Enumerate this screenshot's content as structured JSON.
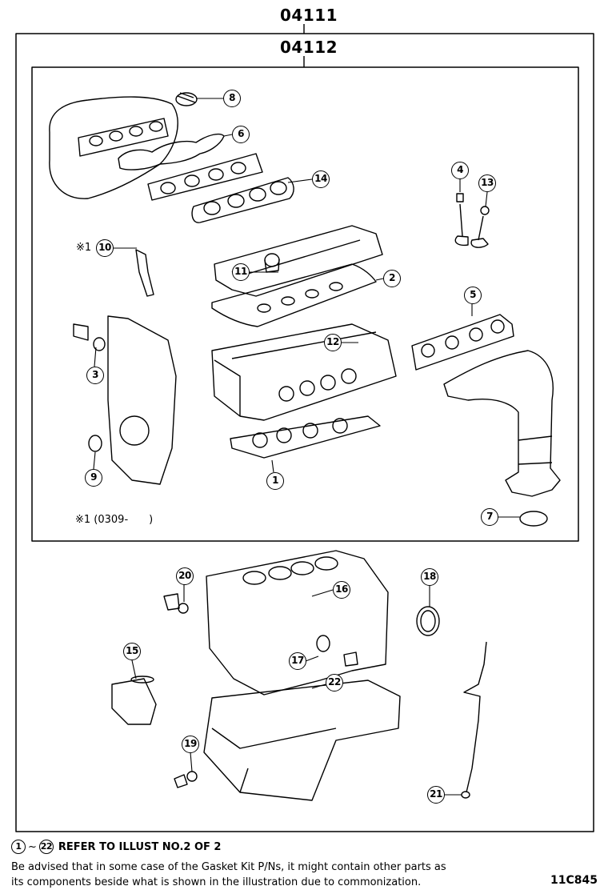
{
  "header": {
    "top_part_no": "04111",
    "inner_part_no": "04112"
  },
  "callouts": [
    "1",
    "2",
    "3",
    "4",
    "5",
    "6",
    "7",
    "8",
    "9",
    "10",
    "11",
    "12",
    "13",
    "14",
    "15",
    "16",
    "17",
    "18",
    "19",
    "20",
    "21",
    "22"
  ],
  "notes": {
    "mark_ref": "※1",
    "mark_range": "※1 (0309-　　)"
  },
  "footer": {
    "ref_start": "1",
    "ref_end": "22",
    "ref_text": "REFER TO ILLUST NO.2 OF 2",
    "advisory_line1": "Be advised that in some case of the Gasket Kit P/Ns,  it might contain other parts as",
    "advisory_line2": "its components beside what is shown in the illustration due to commonization.",
    "illustration_code": "11C845"
  }
}
